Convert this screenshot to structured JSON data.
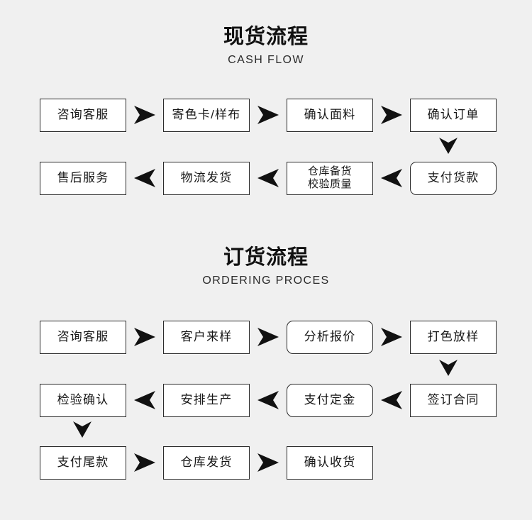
{
  "background_color": "#f0f0f0",
  "box_border_color": "#2b2b2b",
  "box_fill_color": "#ffffff",
  "arrow_color": "#111111",
  "sections": [
    {
      "id": "cash-flow",
      "title_cn": "现货流程",
      "title_en": "CASH FLOW",
      "rows": [
        {
          "direction": "right",
          "nodes": [
            {
              "label": "咨询客服",
              "shape": "square"
            },
            {
              "label": "寄色卡/样布",
              "shape": "square"
            },
            {
              "label": "确认面料",
              "shape": "square"
            },
            {
              "label": "确认订单",
              "shape": "square"
            }
          ]
        },
        {
          "direction": "left",
          "nodes": [
            {
              "label": "售后服务",
              "shape": "square"
            },
            {
              "label": "物流发货",
              "shape": "square"
            },
            {
              "label_line1": "仓库备货",
              "label_line2": "校验质量",
              "shape": "square"
            },
            {
              "label": "支付货款",
              "shape": "rounded"
            }
          ]
        }
      ],
      "down_arrows": [
        {
          "from": "确认订单",
          "to": "支付货款"
        }
      ]
    },
    {
      "id": "ordering-process",
      "title_cn": "订货流程",
      "title_en": "ORDERING PROCES",
      "rows": [
        {
          "direction": "right",
          "nodes": [
            {
              "label": "咨询客服",
              "shape": "square"
            },
            {
              "label": "客户来样",
              "shape": "square"
            },
            {
              "label": "分析报价",
              "shape": "rounded"
            },
            {
              "label": "打色放样",
              "shape": "square"
            }
          ]
        },
        {
          "direction": "left",
          "nodes": [
            {
              "label": "检验确认",
              "shape": "square"
            },
            {
              "label": "安排生产",
              "shape": "square"
            },
            {
              "label": "支付定金",
              "shape": "rounded"
            },
            {
              "label": "签订合同",
              "shape": "square"
            }
          ]
        },
        {
          "direction": "right",
          "nodes": [
            {
              "label": "支付尾款",
              "shape": "square"
            },
            {
              "label": "仓库发货",
              "shape": "square"
            },
            {
              "label": "确认收货",
              "shape": "square"
            }
          ]
        }
      ],
      "down_arrows": [
        {
          "from": "打色放样",
          "to": "签订合同"
        },
        {
          "from": "检验确认",
          "to": "支付尾款"
        }
      ]
    }
  ]
}
